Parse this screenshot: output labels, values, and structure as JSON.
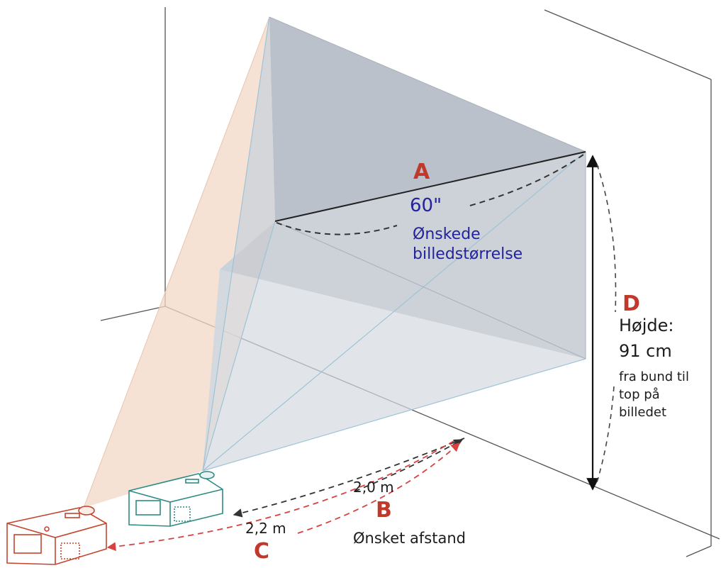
{
  "colors": {
    "letter": "#c0392b",
    "size_text": "#23239b",
    "text": "#1c1c1c",
    "screen_fill": "#b9bfc8",
    "beam_near": "#bfcbd6",
    "beam_far": "#f1d8c6",
    "projector_near": "#2e8b84",
    "projector_far": "#c4452e",
    "arrow_near": "#333333",
    "arrow_far": "#d94040"
  },
  "labels": {
    "a": "A",
    "screen_size": "60\"",
    "screen_size_caption_1": "Ønskede",
    "screen_size_caption_2": "billedstørrelse",
    "b": "B",
    "near_distance": "2,0 m",
    "desired_distance": "Ønsket afstand",
    "c": "C",
    "far_distance": "2,2 m",
    "d": "D",
    "height_title": "Højde:",
    "height_value": "91 cm",
    "height_caption_1": "fra bund til",
    "height_caption_2": "top på",
    "height_caption_3": "billedet"
  }
}
